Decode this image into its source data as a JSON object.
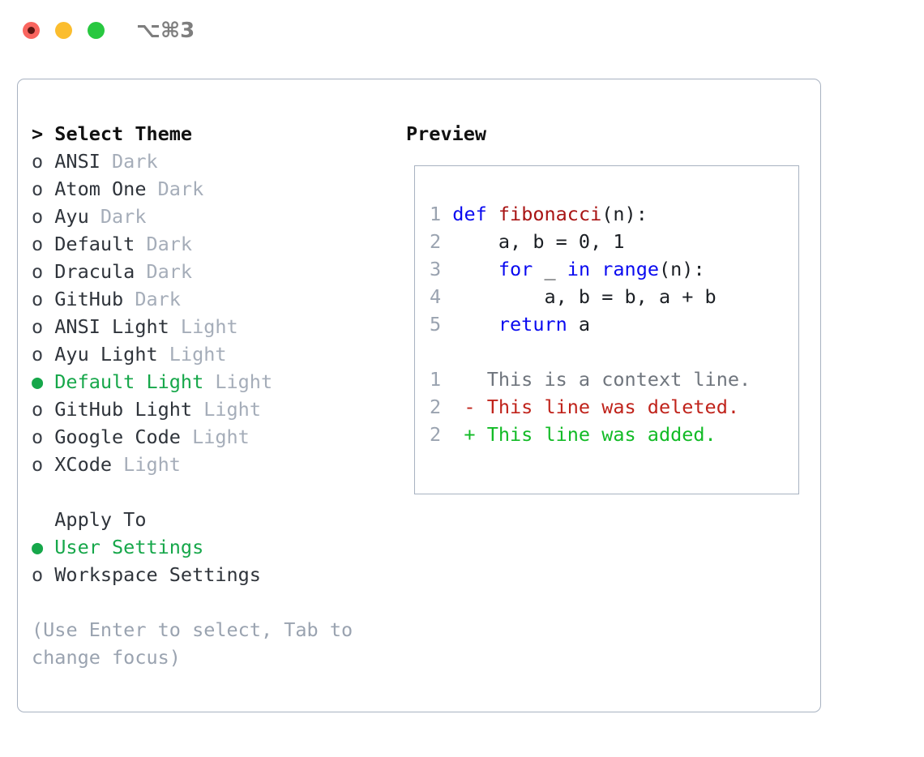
{
  "titlebar": {
    "shortcut": "⌥⌘3",
    "buttons": [
      {
        "name": "close",
        "color": "#f9655f"
      },
      {
        "name": "minimize",
        "color": "#fbbd2e"
      },
      {
        "name": "maximize",
        "color": "#28c840"
      }
    ]
  },
  "theme_picker": {
    "header": "> Select Theme",
    "items": [
      {
        "marker": "o",
        "label": "ANSI",
        "category": "Dark",
        "selected": false
      },
      {
        "marker": "o",
        "label": "Atom One",
        "category": "Dark",
        "selected": false
      },
      {
        "marker": "o",
        "label": "Ayu",
        "category": "Dark",
        "selected": false
      },
      {
        "marker": "o",
        "label": "Default",
        "category": "Dark",
        "selected": false
      },
      {
        "marker": "o",
        "label": "Dracula",
        "category": "Dark",
        "selected": false
      },
      {
        "marker": "o",
        "label": "GitHub",
        "category": "Dark",
        "selected": false
      },
      {
        "marker": "o",
        "label": "ANSI Light",
        "category": "Light",
        "selected": false
      },
      {
        "marker": "o",
        "label": "Ayu Light",
        "category": "Light",
        "selected": false
      },
      {
        "marker": "●",
        "label": "Default Light",
        "category": "Light",
        "selected": true
      },
      {
        "marker": "o",
        "label": "GitHub Light",
        "category": "Light",
        "selected": false
      },
      {
        "marker": "o",
        "label": "Google Code",
        "category": "Light",
        "selected": false
      },
      {
        "marker": "o",
        "label": "XCode",
        "category": "Light",
        "selected": false
      }
    ]
  },
  "apply_to": {
    "heading": "Apply To",
    "options": [
      {
        "marker": "●",
        "label": "User Settings",
        "selected": true
      },
      {
        "marker": "o",
        "label": "Workspace Settings",
        "selected": false
      }
    ]
  },
  "hint": "(Use Enter to select, Tab to change focus)",
  "preview": {
    "title": "Preview",
    "code_lines": [
      {
        "no": "1",
        "tokens": [
          {
            "t": "def",
            "c": "kw"
          },
          {
            "t": " ",
            "c": "plain"
          },
          {
            "t": "fibonacci",
            "c": "fn"
          },
          {
            "t": "(n):",
            "c": "plain"
          }
        ]
      },
      {
        "no": "2",
        "tokens": [
          {
            "t": "    a, b = 0, 1",
            "c": "plain"
          }
        ]
      },
      {
        "no": "3",
        "tokens": [
          {
            "t": "    ",
            "c": "plain"
          },
          {
            "t": "for",
            "c": "kw"
          },
          {
            "t": " _ ",
            "c": "plain"
          },
          {
            "t": "in",
            "c": "kw"
          },
          {
            "t": " ",
            "c": "plain"
          },
          {
            "t": "range",
            "c": "kw"
          },
          {
            "t": "(n):",
            "c": "plain"
          }
        ]
      },
      {
        "no": "4",
        "tokens": [
          {
            "t": "        a, b = b, a + b",
            "c": "plain"
          }
        ]
      },
      {
        "no": "5",
        "tokens": [
          {
            "t": "    ",
            "c": "plain"
          },
          {
            "t": "return",
            "c": "kw"
          },
          {
            "t": " a",
            "c": "plain"
          }
        ]
      }
    ],
    "diff_lines": [
      {
        "no": "1",
        "sign": " ",
        "text": " This is a context line.",
        "kind": "diff-context"
      },
      {
        "no": "2",
        "sign": "-",
        "text": " This line was deleted.",
        "kind": "diff-del"
      },
      {
        "no": "2",
        "sign": "+",
        "text": " This line was added.",
        "kind": "diff-add"
      }
    ]
  },
  "colors": {
    "accent_green": "#16a74a",
    "muted": "#a5adb9",
    "border": "#a8b2c1",
    "keyword_blue": "#0a0af0",
    "function_red": "#a81414",
    "diff_add": "#12bb26",
    "diff_del": "#c0231b"
  }
}
